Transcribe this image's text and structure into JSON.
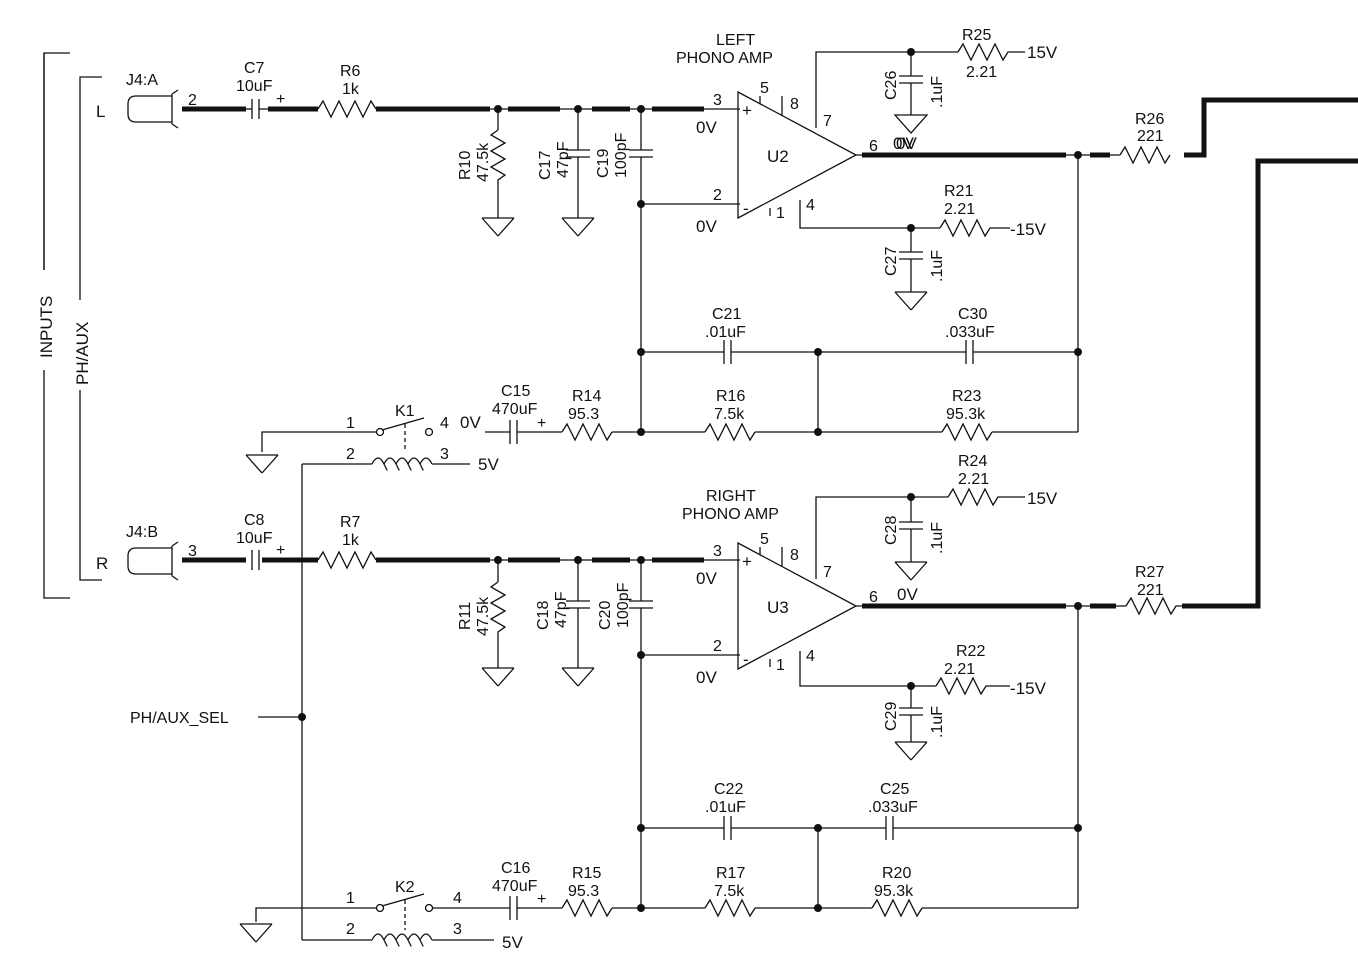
{
  "section": {
    "inputs": "INPUTS",
    "ph_aux": "PH/AUX",
    "L": "L",
    "R": "R"
  },
  "connectors": {
    "j4a": "J4:A",
    "j4b": "J4:B",
    "j4a_pin": "2",
    "j4b_pin": "3"
  },
  "amps": {
    "left": {
      "title1": "LEFT",
      "title2": "PHONO AMP",
      "ref": "U2"
    },
    "right": {
      "title1": "RIGHT",
      "title2": "PHONO AMP",
      "ref": "U3"
    }
  },
  "pins": {
    "p1": "1",
    "p2": "2",
    "p3": "3",
    "p4": "4",
    "p5": "5",
    "p6": "6",
    "p7": "7",
    "p8": "8",
    "plus": "+",
    "minus": "-"
  },
  "nets": {
    "zero_v": "0V",
    "pos15": "15V",
    "neg15": "-15V",
    "five_v": "5V",
    "ph_aux_sel": "PH/AUX_SEL"
  },
  "relays": {
    "k1": "K1",
    "k2": "K2"
  },
  "components": {
    "C7": {
      "ref": "C7",
      "value": "10uF"
    },
    "R6": {
      "ref": "R6",
      "value": "1k"
    },
    "R10": {
      "ref": "R10",
      "value": "47.5k"
    },
    "C17": {
      "ref": "C17",
      "value": "47pF"
    },
    "C19": {
      "ref": "C19",
      "value": "100pF"
    },
    "R25": {
      "ref": "R25",
      "value": "2.21"
    },
    "C26": {
      "ref": "C26",
      "value": ".1uF"
    },
    "R21": {
      "ref": "R21",
      "value": "2.21"
    },
    "C27": {
      "ref": "C27",
      "value": ".1uF"
    },
    "R26": {
      "ref": "R26",
      "value": "221"
    },
    "C21": {
      "ref": "C21",
      "value": ".01uF"
    },
    "C30": {
      "ref": "C30",
      "value": ".033uF"
    },
    "R16": {
      "ref": "R16",
      "value": "7.5k"
    },
    "R23": {
      "ref": "R23",
      "value": "95.3k"
    },
    "C15": {
      "ref": "C15",
      "value": "470uF"
    },
    "R14": {
      "ref": "R14",
      "value": "95.3"
    },
    "C8": {
      "ref": "C8",
      "value": "10uF"
    },
    "R7": {
      "ref": "R7",
      "value": "1k"
    },
    "R11": {
      "ref": "R11",
      "value": "47.5k"
    },
    "C18": {
      "ref": "C18",
      "value": "47pF"
    },
    "C20": {
      "ref": "C20",
      "value": "100pF"
    },
    "R24": {
      "ref": "R24",
      "value": "2.21"
    },
    "C28": {
      "ref": "C28",
      "value": ".1uF"
    },
    "R22": {
      "ref": "R22",
      "value": "2.21"
    },
    "C29": {
      "ref": "C29",
      "value": ".1uF"
    },
    "R27": {
      "ref": "R27",
      "value": "221"
    },
    "C22": {
      "ref": "C22",
      "value": ".01uF"
    },
    "C25": {
      "ref": "C25",
      "value": ".033uF"
    },
    "R17": {
      "ref": "R17",
      "value": "7.5k"
    },
    "R20": {
      "ref": "R20",
      "value": "95.3k"
    },
    "C16": {
      "ref": "C16",
      "value": "470uF"
    },
    "R15": {
      "ref": "R15",
      "value": "95.3"
    }
  }
}
